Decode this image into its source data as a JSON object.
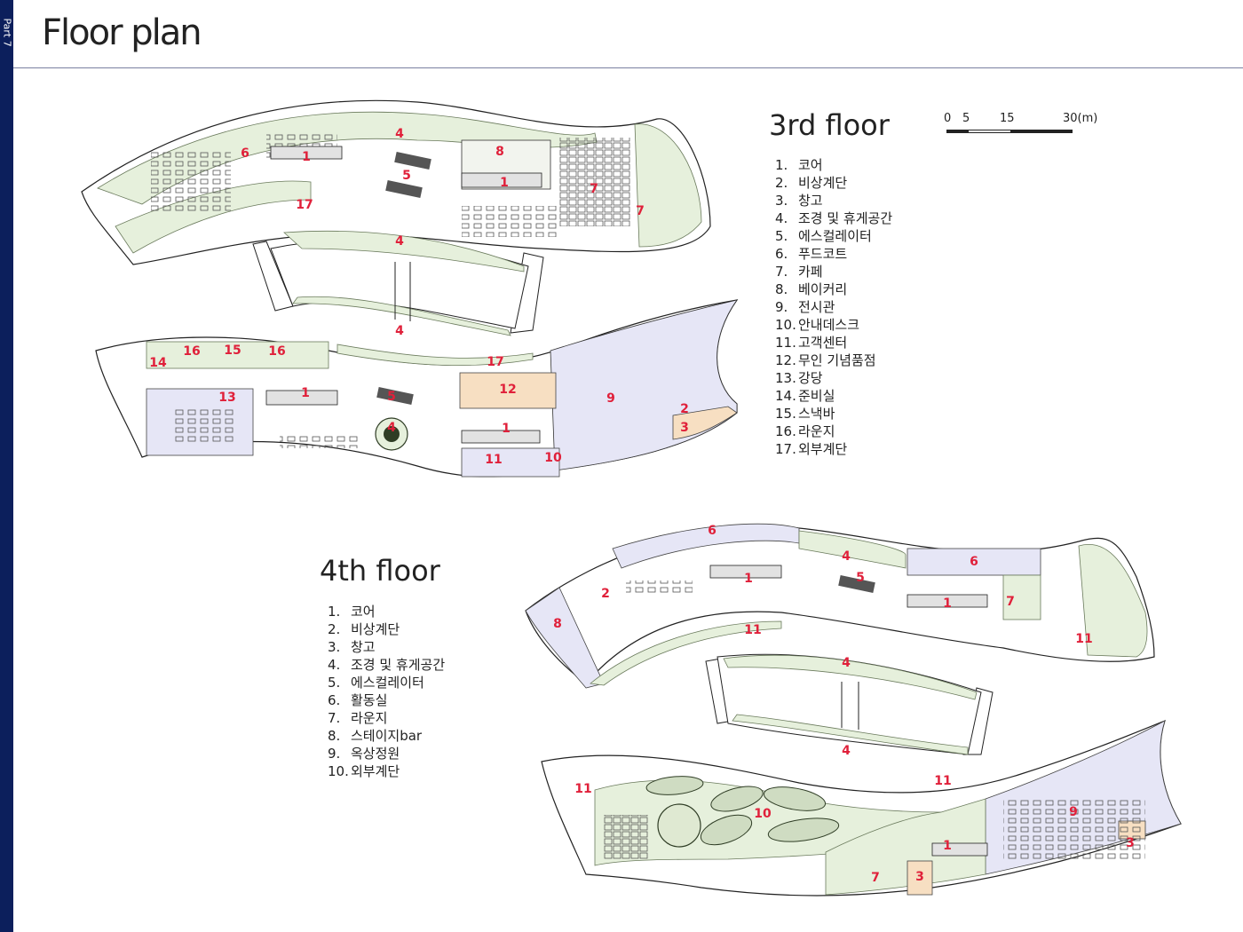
{
  "sidebar": {
    "label": "Part 7"
  },
  "title": "Floor plan",
  "scale": {
    "ticks": [
      "0",
      "5",
      "15",
      "30(m)"
    ]
  },
  "floors": {
    "third": {
      "title": "3rd floor",
      "legend": [
        {
          "num": "1.",
          "label": "코어"
        },
        {
          "num": "2.",
          "label": "비상계단"
        },
        {
          "num": "3.",
          "label": "창고"
        },
        {
          "num": "4.",
          "label": "조경 및 휴게공간"
        },
        {
          "num": "5.",
          "label": "에스컬레이터"
        },
        {
          "num": "6.",
          "label": "푸드코트"
        },
        {
          "num": "7.",
          "label": "카페"
        },
        {
          "num": "8.",
          "label": "베이커리"
        },
        {
          "num": "9.",
          "label": "전시관"
        },
        {
          "num": "10.",
          "label": "안내데스크"
        },
        {
          "num": "11.",
          "label": "고객센터"
        },
        {
          "num": "12.",
          "label": "무인 기념품점"
        },
        {
          "num": "13.",
          "label": "강당"
        },
        {
          "num": "14.",
          "label": "준비실"
        },
        {
          "num": "15.",
          "label": "스낵바"
        },
        {
          "num": "16.",
          "label": "라운지"
        },
        {
          "num": "17.",
          "label": "외부계단"
        }
      ]
    },
    "fourth": {
      "title": "4th floor",
      "legend": [
        {
          "num": "1.",
          "label": "코어"
        },
        {
          "num": "2.",
          "label": "비상계단"
        },
        {
          "num": "3.",
          "label": "창고"
        },
        {
          "num": "4.",
          "label": "조경 및 휴게공간"
        },
        {
          "num": "5.",
          "label": "에스컬레이터"
        },
        {
          "num": "6.",
          "label": "활동실"
        },
        {
          "num": "7.",
          "label": "라운지"
        },
        {
          "num": "8.",
          "label": "스테이지bar"
        },
        {
          "num": "9.",
          "label": "옥상정원"
        },
        {
          "num": "10.",
          "label": "외부계단"
        }
      ]
    }
  },
  "plan_marks": {
    "third": [
      "4",
      "6",
      "1",
      "8",
      "5",
      "1",
      "7",
      "7",
      "17",
      "4",
      "4",
      "17",
      "14",
      "16",
      "15",
      "16",
      "12",
      "13",
      "1",
      "5",
      "9",
      "2",
      "3",
      "4",
      "1",
      "11",
      "10"
    ],
    "fourth": [
      "6",
      "4",
      "6",
      "5",
      "2",
      "1",
      "1",
      "7",
      "8",
      "11",
      "11",
      "4",
      "4",
      "11",
      "11",
      "10",
      "9",
      "1",
      "7",
      "3",
      "3"
    ]
  },
  "colors": {
    "sidebar": "#0c1f5c",
    "label_red": "#e0203a",
    "landscape": "#e6f0dc",
    "exhibit": "#e6e6f6",
    "store": "#f7dfc2"
  }
}
